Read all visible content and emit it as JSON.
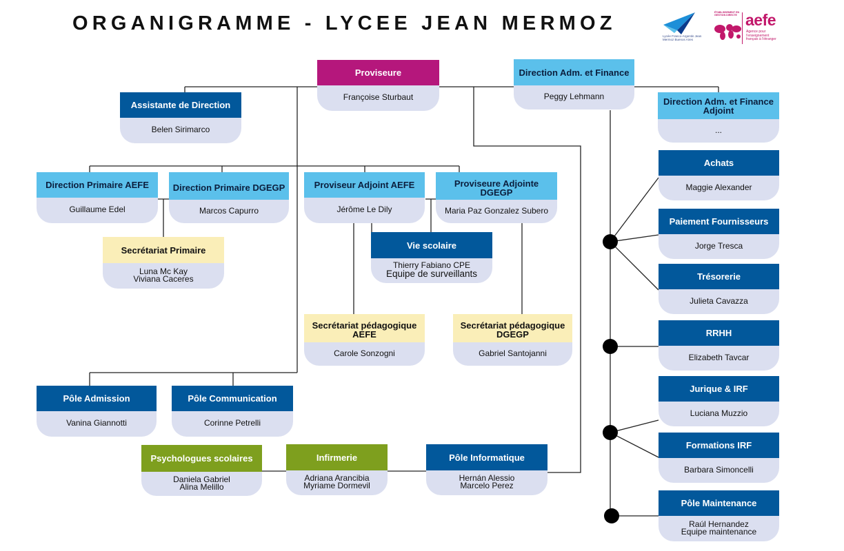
{
  "title": "ORGANIGRAMME - LYCEE JEAN MERMOZ",
  "logos": {
    "mermoz_text": "Lycée Franco-Argentin Jean Mermoz Buenos Aires",
    "aefe_badge": "ÉTABLISSEMENT EN GESTION DIRECTE",
    "aefe_name": "aefe",
    "aefe_sub": "Agence pour l'enseignement français à l'étranger"
  },
  "colors": {
    "magenta": "#b5177c",
    "light_blue": "#5bc0eb",
    "navy": "#02589b",
    "yellow": "#faeeb8",
    "green": "#7e9f1e",
    "body": "#dbdff0"
  },
  "nodes": {
    "proviseur": {
      "title": "Proviseure",
      "names": [
        "Françoise Sturbaut"
      ]
    },
    "daf": {
      "title": "Direction Adm. et Finance",
      "names": [
        "Peggy Lehmann"
      ]
    },
    "assistante": {
      "title": "Assistante de Direction",
      "names": [
        "Belen Sirimarco"
      ]
    },
    "daf_adjoint": {
      "title": "Direction Adm. et Finance Adjoint",
      "names": [
        "..."
      ]
    },
    "dir_primaire_aefe": {
      "title": "Direction Primaire AEFE",
      "names": [
        "Guillaume Edel"
      ]
    },
    "dir_primaire_dgegp": {
      "title": "Direction Primaire DGEGP",
      "names": [
        "Marcos Capurro"
      ]
    },
    "prov_adj_aefe": {
      "title": "Proviseur Adjoint AEFE",
      "names": [
        "Jérôme Le Dily"
      ]
    },
    "prov_adj_dgegp": {
      "title": "Proviseure Adjointe DGEGP",
      "names": [
        "Maria Paz Gonzalez Subero"
      ]
    },
    "secretariat_primaire": {
      "title": "Secrétariat Primaire",
      "names": [
        "Luna Mc Kay",
        "Viviana Caceres"
      ]
    },
    "vie_scolaire": {
      "title": "Vie scolaire",
      "names": [
        "Thierry Fabiano CPE",
        "Equipe de surveillants"
      ]
    },
    "sec_peda_aefe": {
      "title": "Secrétariat pédagogique AEFE",
      "names": [
        "Carole Sonzogni"
      ]
    },
    "sec_peda_dgegp": {
      "title": "Secrétariat pédagogique DGEGP",
      "names": [
        "Gabriel Santojanni"
      ]
    },
    "pole_admission": {
      "title": "Pôle Admission",
      "names": [
        "Vanina Giannotti"
      ]
    },
    "pole_communication": {
      "title": "Pôle Communication",
      "names": [
        "Corinne Petrelli"
      ]
    },
    "psychologues": {
      "title": "Psychologues scolaires",
      "names": [
        "Daniela Gabriel",
        "Alina Melillo"
      ]
    },
    "infirmerie": {
      "title": "Infirmerie",
      "names": [
        "Adriana Arancibia",
        "Myriame Dormevil"
      ]
    },
    "pole_informatique": {
      "title": "Pôle Informatique",
      "names": [
        "Hernán Alessio",
        "Marcelo Perez"
      ]
    },
    "achats": {
      "title": "Achats",
      "names": [
        "Maggie Alexander"
      ]
    },
    "paiement": {
      "title": "Paiement Fournisseurs",
      "names": [
        "Jorge  Tresca"
      ]
    },
    "tresorerie": {
      "title": "Trésorerie",
      "names": [
        "Julieta Cavazza"
      ]
    },
    "rrhh": {
      "title": "RRHH",
      "names": [
        "Elizabeth Tavcar"
      ]
    },
    "juridique": {
      "title": "Jurique & IRF",
      "names": [
        "Luciana Muzzio"
      ]
    },
    "formations": {
      "title": "Formations IRF",
      "names": [
        "Barbara Simoncelli"
      ]
    },
    "maintenance": {
      "title": "Pôle Maintenance",
      "names": [
        "Raúl Hernandez",
        "Equipe maintenance"
      ]
    }
  }
}
